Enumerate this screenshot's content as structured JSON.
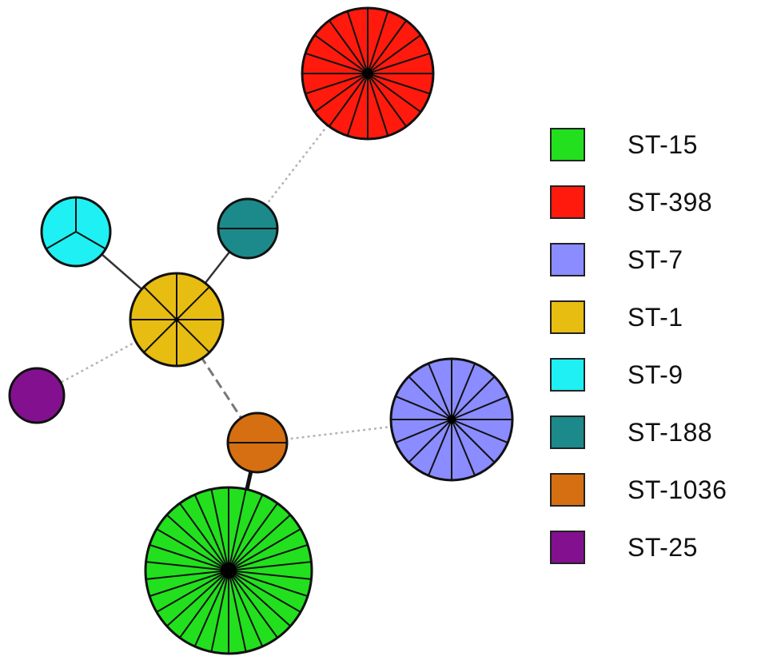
{
  "legend": [
    {
      "label": "ST-15",
      "color": "#22e01e"
    },
    {
      "label": "ST-398",
      "color": "#ff1a0d"
    },
    {
      "label": "ST-7",
      "color": "#8a8cff"
    },
    {
      "label": "ST-1",
      "color": "#e8bd12"
    },
    {
      "label": "ST-9",
      "color": "#1ff0f3"
    },
    {
      "label": "ST-188",
      "color": "#1c8a8a"
    },
    {
      "label": "ST-1036",
      "color": "#d56f11"
    },
    {
      "label": "ST-25",
      "color": "#83118f"
    }
  ],
  "nodes": [
    {
      "id": "ST-15",
      "isolates": 30
    },
    {
      "id": "ST-398",
      "isolates": 20
    },
    {
      "id": "ST-7",
      "isolates": 16
    },
    {
      "id": "ST-1",
      "isolates": 8
    },
    {
      "id": "ST-9",
      "isolates": 3
    },
    {
      "id": "ST-188",
      "isolates": 2
    },
    {
      "id": "ST-1036",
      "isolates": 2
    },
    {
      "id": "ST-25",
      "isolates": 1
    }
  ],
  "links": [
    {
      "source": "ST-1",
      "target": "ST-9",
      "style": "solid"
    },
    {
      "source": "ST-1",
      "target": "ST-188",
      "style": "solid"
    },
    {
      "source": "ST-188",
      "target": "ST-398",
      "style": "dotted"
    },
    {
      "source": "ST-1",
      "target": "ST-25",
      "style": "dotted"
    },
    {
      "source": "ST-1",
      "target": "ST-1036",
      "style": "dashed"
    },
    {
      "source": "ST-1036",
      "target": "ST-7",
      "style": "dotted"
    },
    {
      "source": "ST-1036",
      "target": "ST-15",
      "style": "bold"
    }
  ]
}
